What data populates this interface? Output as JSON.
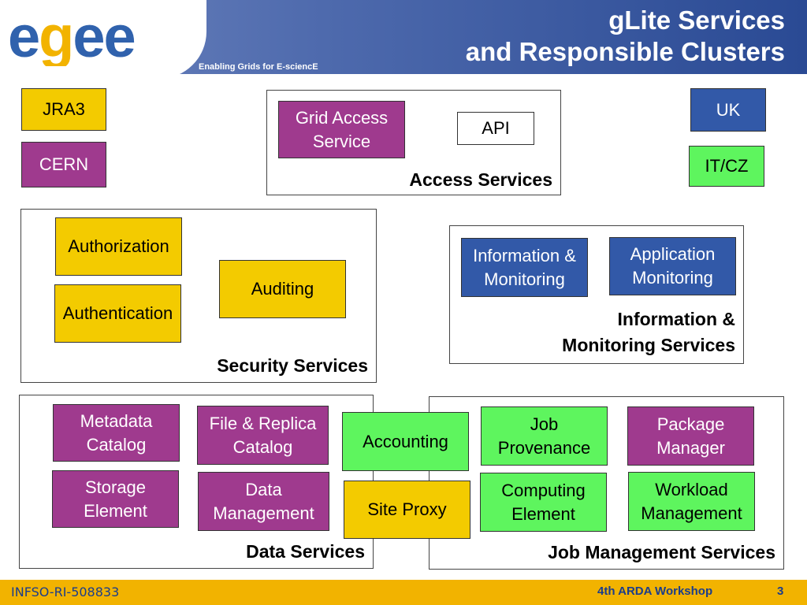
{
  "header": {
    "logo_text": "egee",
    "tagline": "Enabling Grids for E-sciencE",
    "title_line1": "gLite Services",
    "title_line2": "and Responsible Clusters"
  },
  "legend": {
    "jra3": "JRA3",
    "cern": "CERN",
    "uk": "UK",
    "itcz": "IT/CZ"
  },
  "access": {
    "label": "Access Services",
    "grid_access_l1": "Grid Access",
    "grid_access_l2": "Service",
    "api": "API"
  },
  "security": {
    "label": "Security Services",
    "authorization": "Authorization",
    "authentication": "Authentication",
    "auditing": "Auditing"
  },
  "info": {
    "label_l1": "Information &",
    "label_l2": "Monitoring Services",
    "im_l1": "Information &",
    "im_l2": "Monitoring",
    "app_l1": "Application",
    "app_l2": "Monitoring"
  },
  "data": {
    "label": "Data Services",
    "metadata_l1": "Metadata",
    "metadata_l2": "Catalog",
    "replica_l1": "File & Replica",
    "replica_l2": "Catalog",
    "storage_l1": "Storage",
    "storage_l2": "Element",
    "dm_l1": "Data",
    "dm_l2": "Management"
  },
  "shared": {
    "accounting": "Accounting",
    "site_proxy": "Site Proxy"
  },
  "job": {
    "label": "Job Management Services",
    "prov_l1": "Job",
    "prov_l2": "Provenance",
    "pkg_l1": "Package",
    "pkg_l2": "Manager",
    "ce_l1": "Computing",
    "ce_l2": "Element",
    "wm_l1": "Workload",
    "wm_l2": "Management"
  },
  "footer": {
    "project_id": "INFSO-RI-508833",
    "event": "4th ARDA Workshop",
    "page": "3"
  },
  "colors": {
    "purple_cern": "#9f3a8e",
    "yellow_jra3": "#f3cb00",
    "green_itcz": "#5ef55e",
    "blue_uk": "#3259a8",
    "footer_bar": "#f2b300"
  }
}
